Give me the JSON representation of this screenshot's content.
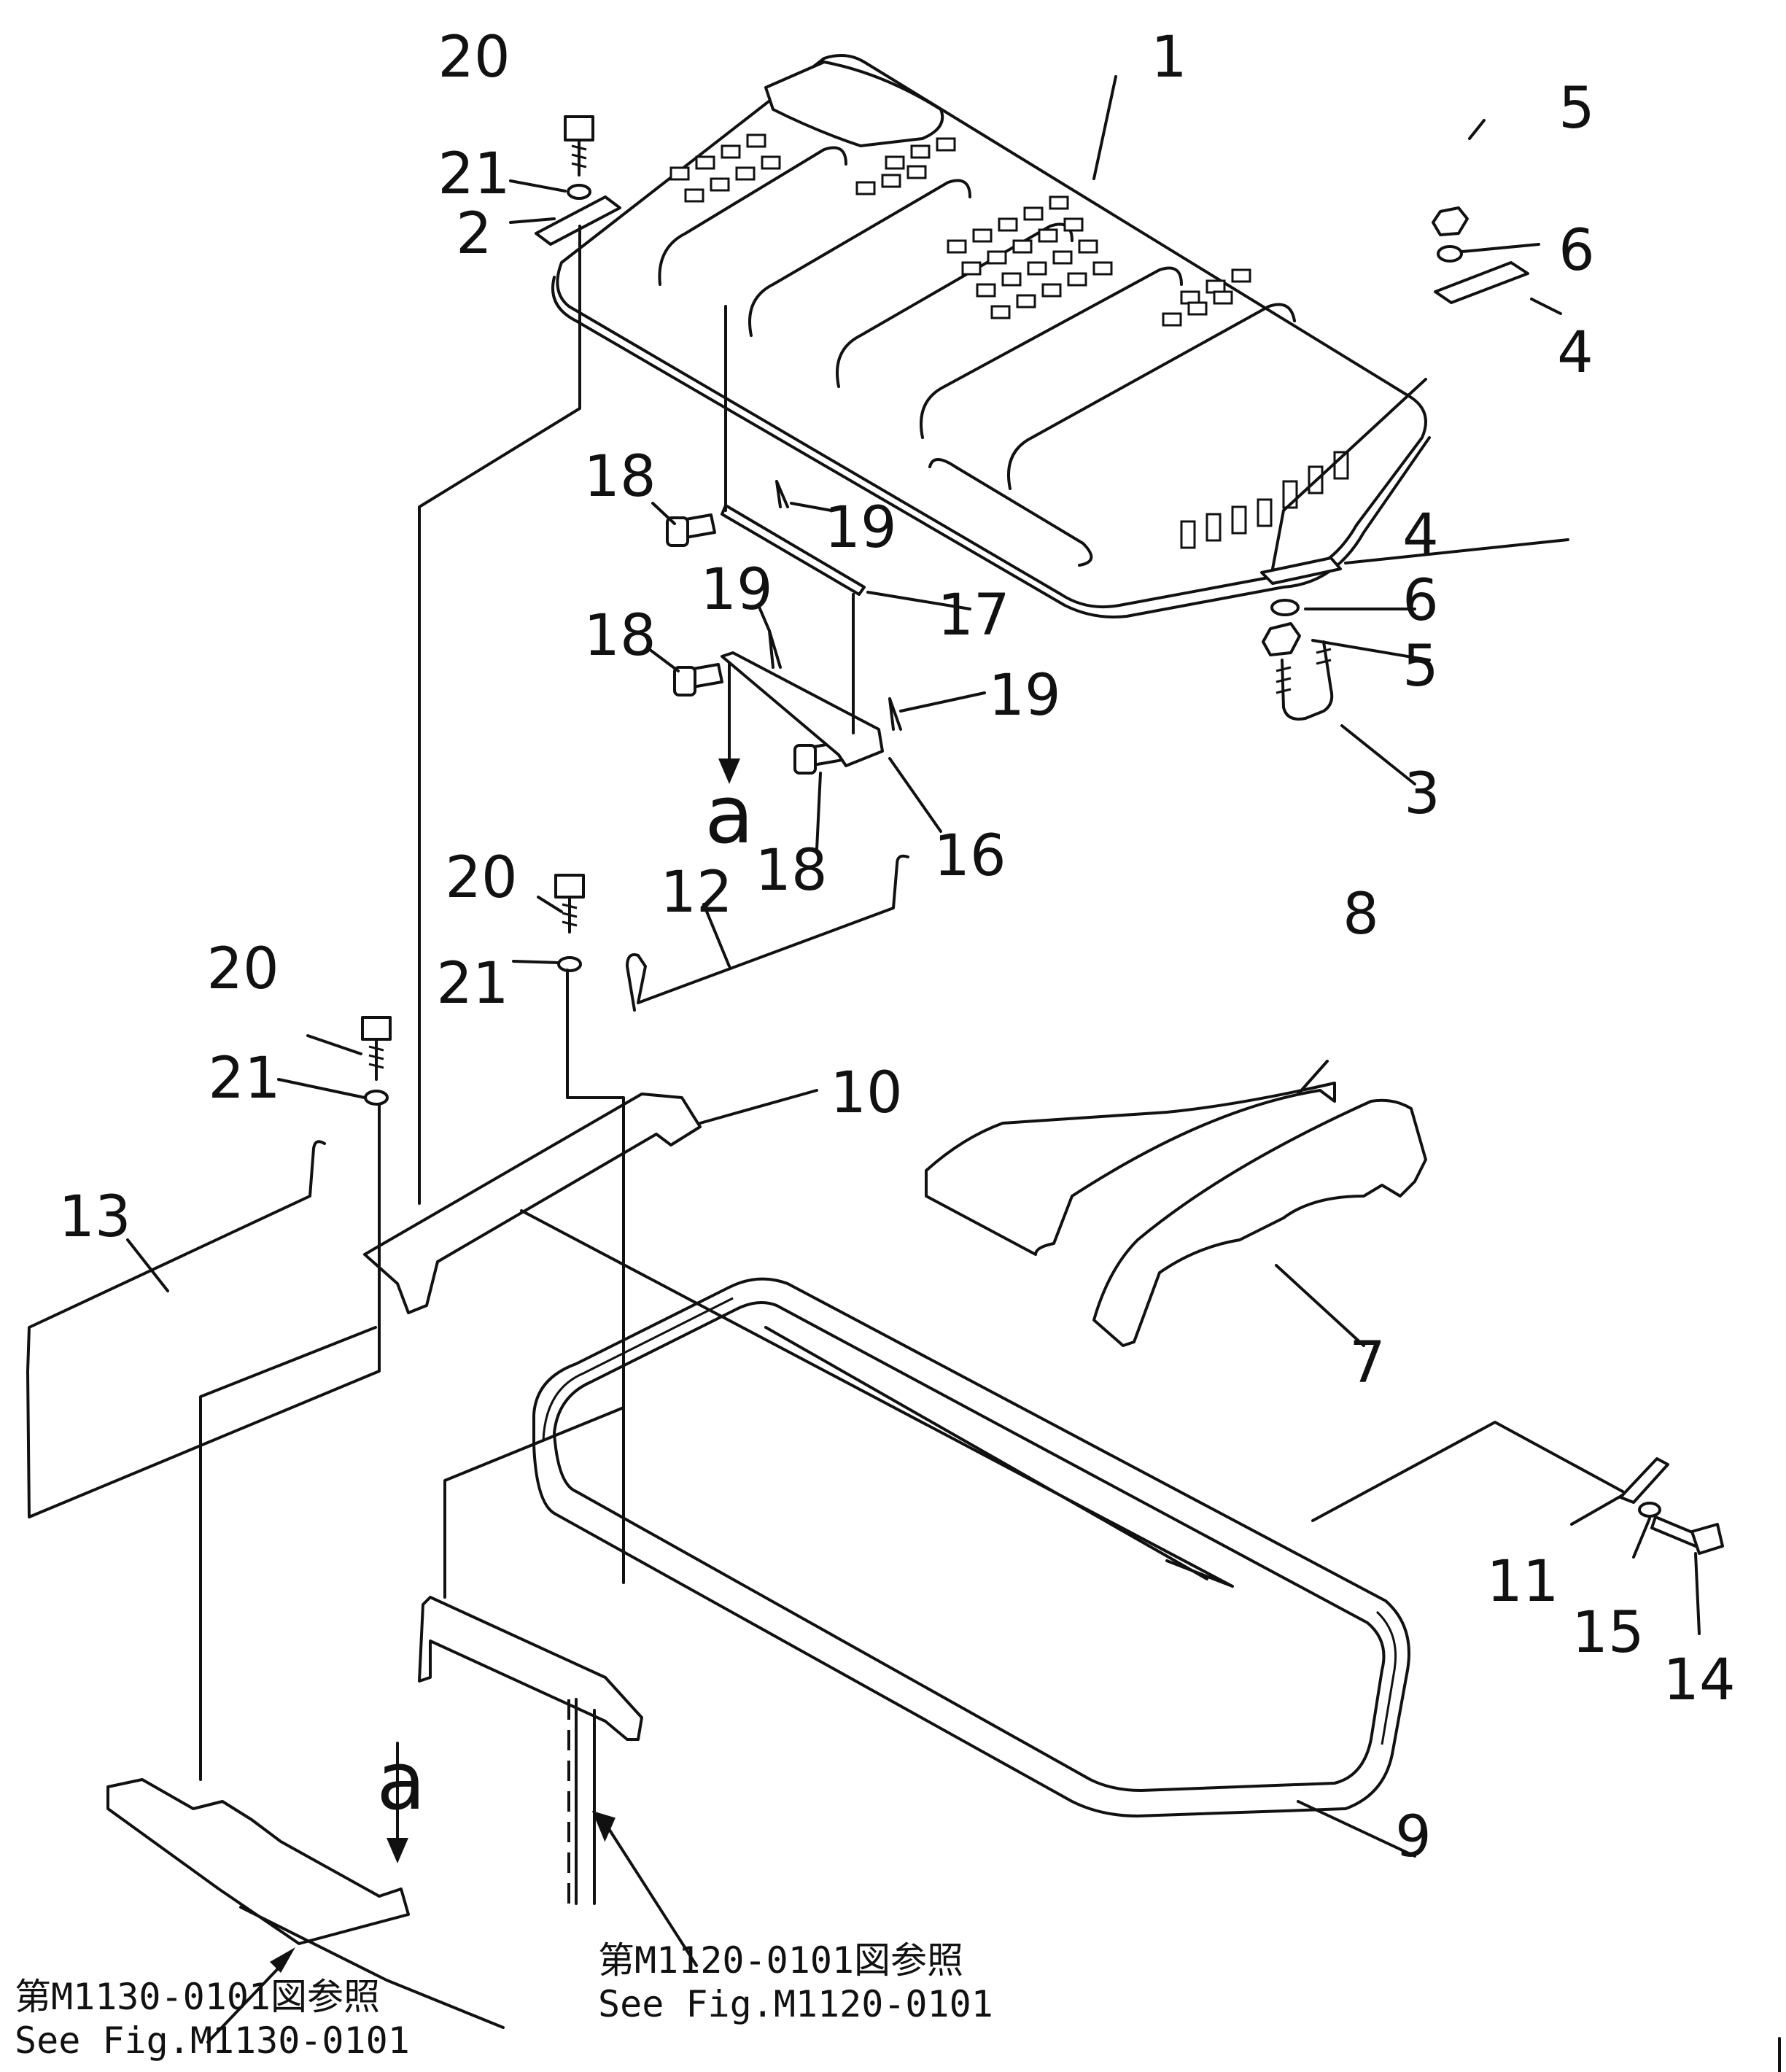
{
  "callouts": {
    "p1": "1",
    "p2": "2",
    "p3": "3",
    "p4a": "4",
    "p4b": "4",
    "p5a": "5",
    "p5b": "5",
    "p6a": "6",
    "p6b": "6",
    "p7": "7",
    "p8": "8",
    "p9": "9",
    "p10": "10",
    "p11": "11",
    "p12": "12",
    "p13": "13",
    "p14": "14",
    "p15": "15",
    "p16": "16",
    "p17": "17",
    "p18a": "18",
    "p18b": "18",
    "p18c": "18",
    "p19a": "19",
    "p19b": "19",
    "p19c": "19",
    "p20a": "20",
    "p20b": "20",
    "p20c": "20",
    "p21a": "21",
    "p21b": "21",
    "p21c": "21"
  },
  "view_tags": {
    "a_upper": "a",
    "a_lower": "a"
  },
  "references": {
    "left_jp": "第M1130-0101図参照",
    "left_en": "See Fig.M1130-0101",
    "center_jp": "第M1120-0101図参照",
    "center_en": "See Fig.M1120-0101"
  }
}
